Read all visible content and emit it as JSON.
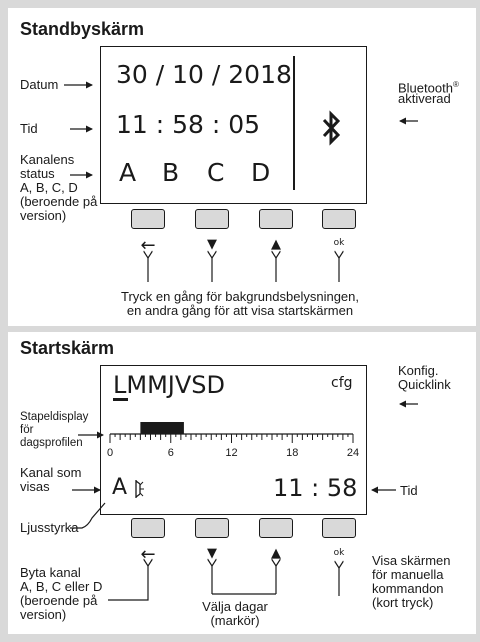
{
  "standby": {
    "title": "Standbyskärm",
    "date_label": "Datum",
    "time_label": "Tid",
    "channel_label": [
      "Kanalens",
      "status",
      "A, B, C, D",
      "(beroende på",
      "version)"
    ],
    "bluetooth_label_line1": "Bluetooth",
    "bluetooth_reg": "®",
    "bluetooth_label_line2": "aktiverad",
    "display": {
      "date": "30 / 10 / 2018",
      "time": "11 : 58 : 05",
      "channels": [
        "A",
        "B",
        "C",
        "D"
      ]
    },
    "button_symbols": [
      "←",
      "▼",
      "▲",
      "ok"
    ],
    "note_line1": "Tryck en gång för bakgrundsbelysningen,",
    "note_line2": "en andra gång för att visa startskärmen"
  },
  "start": {
    "title": "Startskärm",
    "config_label": [
      "Konfig.",
      "Quicklink"
    ],
    "bar_label": [
      "Stapeldisplay",
      "för",
      "dagsprofilen"
    ],
    "channel_label": [
      "Kanal som",
      "visas"
    ],
    "time_label": "Tid",
    "brightness_label": "Ljusstyrka",
    "change_channel_label": [
      "Byta kanal",
      "A, B, C eller D",
      "(beroende på",
      "version)"
    ],
    "days_label": [
      "Välja dagar",
      "(markör)"
    ],
    "manual_label": [
      "Visa skärmen",
      "för manuella",
      "kommandon",
      "(kort tryck)"
    ],
    "display": {
      "days": "LMMJVSD",
      "cfg": "cfg",
      "ticks": [
        "0",
        "6",
        "12",
        "18",
        "24"
      ],
      "channel": "A",
      "time": "11 : 58",
      "bar_range_hours": [
        3,
        7.3
      ]
    },
    "button_symbols": [
      "←",
      "▼",
      "▲",
      "ok"
    ]
  }
}
